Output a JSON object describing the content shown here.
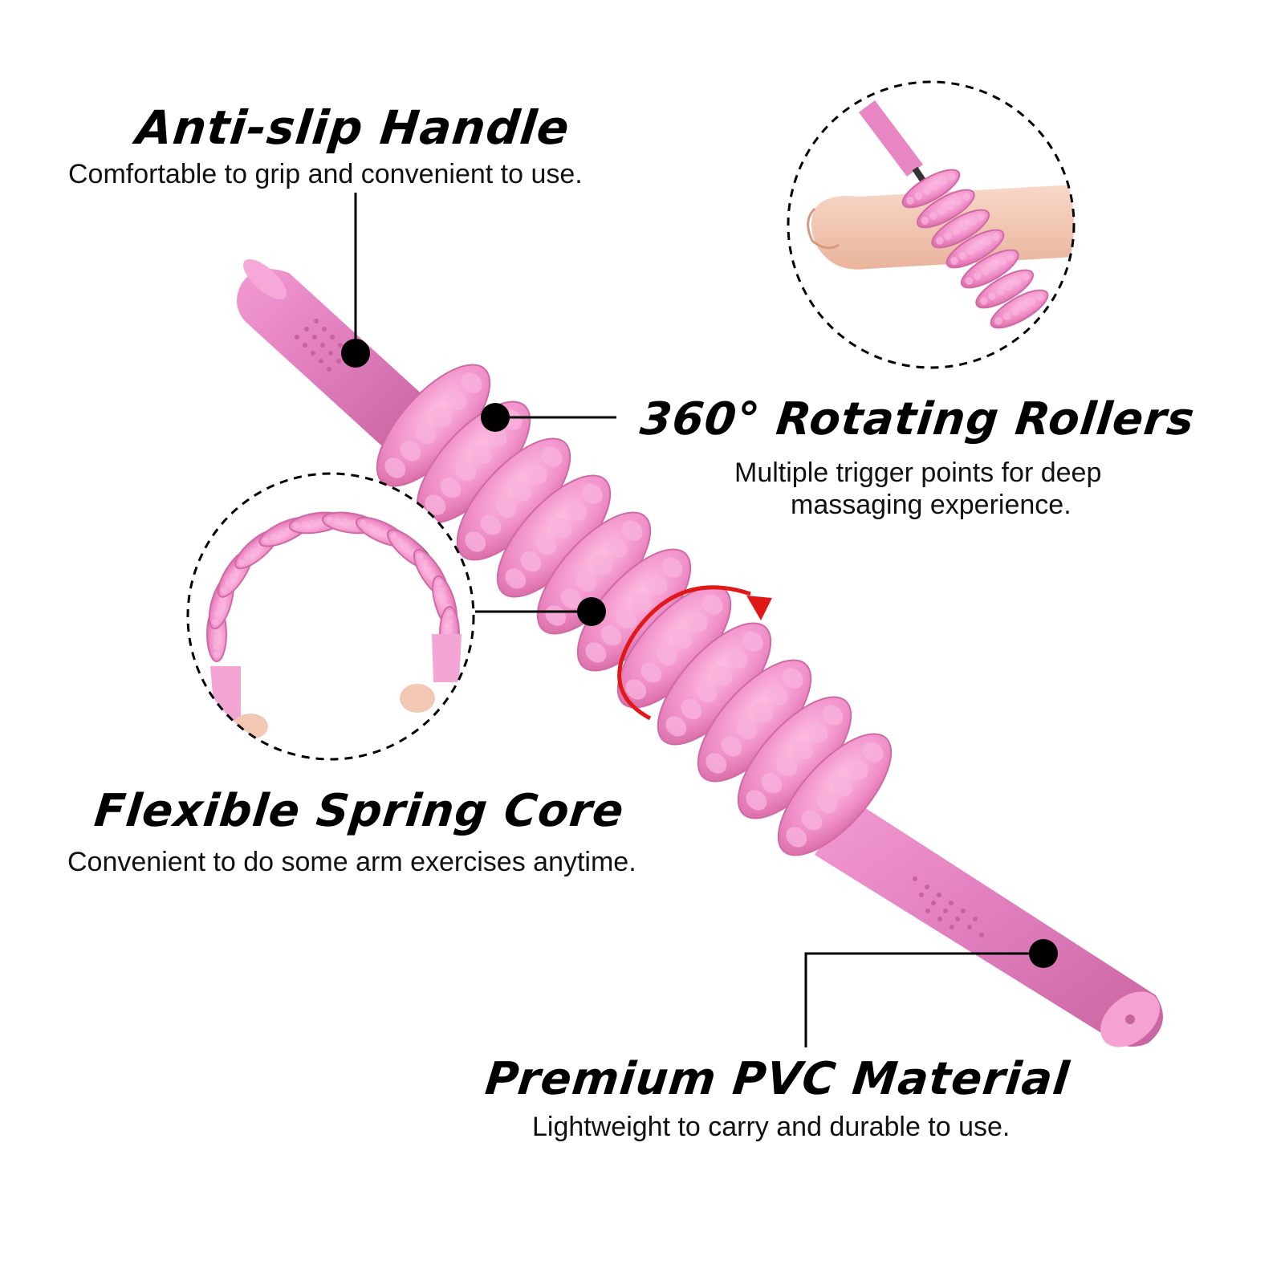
{
  "features": {
    "handle": {
      "title": "Anti-slip Handle",
      "description": "Comfortable to grip and convenient to use."
    },
    "rollers": {
      "title": "360° Rotating Rollers",
      "description_line1": "Multiple trigger points for deep",
      "description_line2": "massaging experience."
    },
    "spring": {
      "title": "Flexible Spring Core",
      "description": "Convenient to do some arm exercises anytime."
    },
    "material": {
      "title": "Premium PVC Material",
      "description": "Lightweight to carry and durable to use."
    }
  },
  "colors": {
    "product_pink": "#e886c4",
    "roller_pink": "#f08fc9",
    "callout": "#000000",
    "rotation_arrow": "#e01818",
    "skin": "#f2c7b3"
  },
  "icons": [
    "rotation-arrow-icon",
    "callout-dot-icon"
  ]
}
